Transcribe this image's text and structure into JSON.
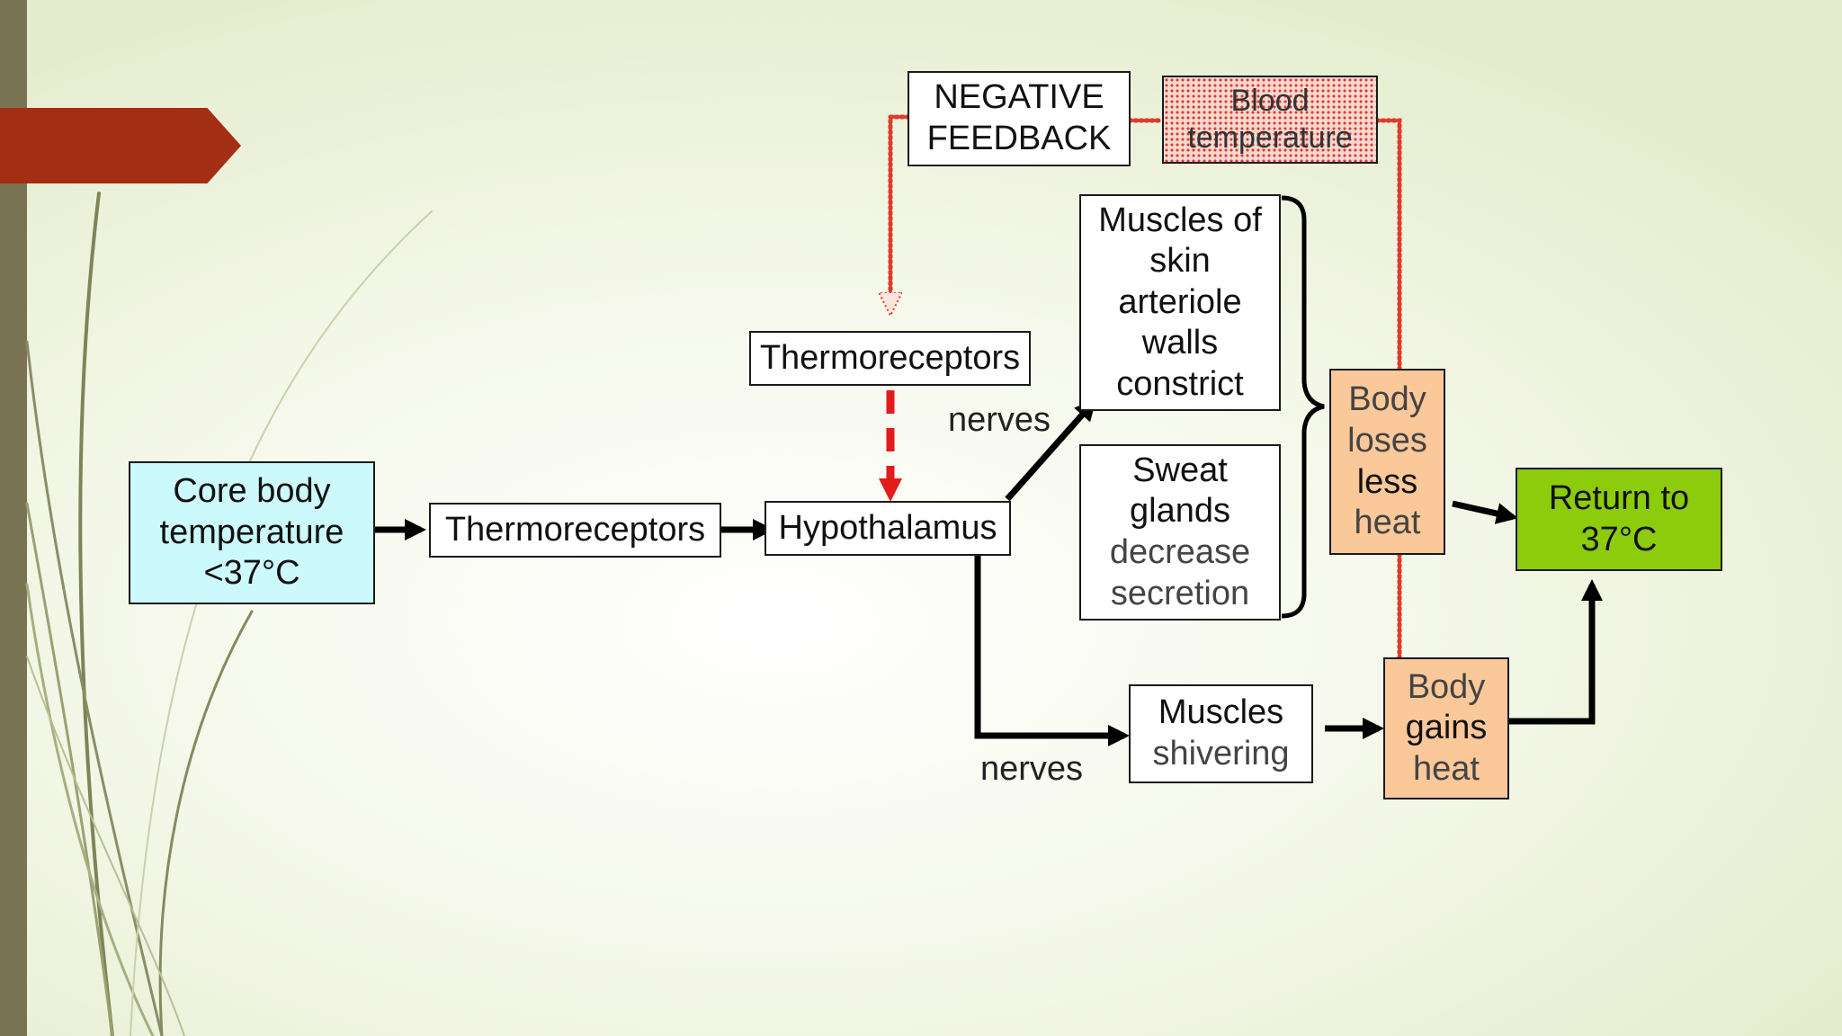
{
  "diagram": {
    "nodes": {
      "core": {
        "lines": [
          "Core body",
          "temperature",
          "<37°C"
        ]
      },
      "thermo_main": {
        "lines": [
          "Thermoreceptors"
        ]
      },
      "hypothalamus": {
        "lines": [
          "Hypothalamus"
        ]
      },
      "thermo_top": {
        "lines": [
          "Thermoreceptors"
        ]
      },
      "negative": {
        "lines": [
          "NEGATIVE",
          "FEEDBACK"
        ]
      },
      "blood": {
        "lines": [
          "Blood",
          "temperature"
        ]
      },
      "muscles_skin": {
        "lines": [
          "Muscles of",
          "skin",
          "arteriole",
          "walls",
          "constrict"
        ]
      },
      "sweat": {
        "lines": [
          "Sweat",
          "glands",
          "decrease",
          "secretion"
        ]
      },
      "loses": {
        "lines": [
          "Body",
          "loses",
          "less",
          "heat"
        ]
      },
      "shivering": {
        "lines": [
          "Muscles",
          "shivering"
        ]
      },
      "gains": {
        "lines": [
          "Body",
          "gains",
          "heat"
        ]
      },
      "return": {
        "lines": [
          "Return to",
          "37°C"
        ]
      }
    },
    "labels": {
      "nerves_upper": "nerves",
      "nerves_lower": "nerves"
    },
    "colors": {
      "core_fill": "#ccf9fb",
      "body_fill": "#fbc89a",
      "return_fill": "#8ccc0c",
      "feedback_red": "#e31b1b",
      "accent_red": "#a42e14"
    }
  }
}
